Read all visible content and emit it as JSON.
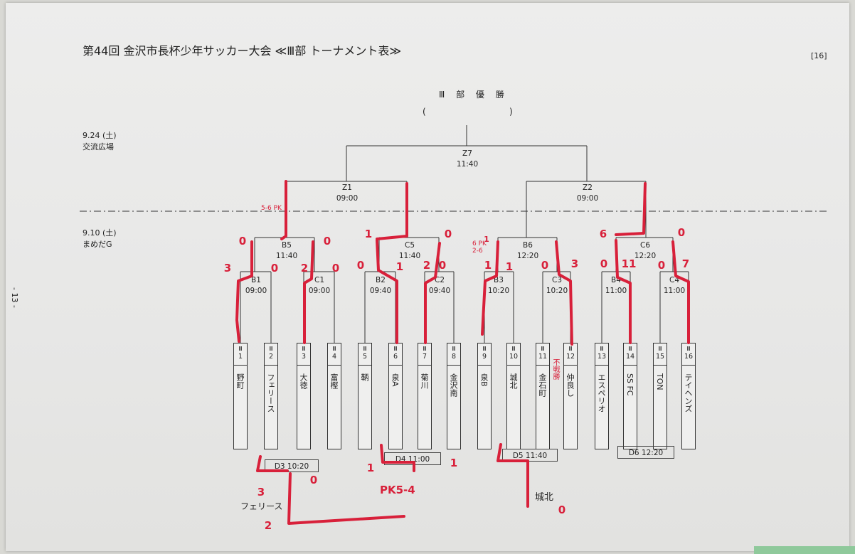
{
  "header": {
    "title": "第44回 金沢市長杯少年サッカー大会 ≪Ⅲ部 トーナメント表≫",
    "page_no": "[16]",
    "side_page": "- 13 -"
  },
  "champion": {
    "label": "Ⅲ 部 優 勝",
    "paren_open": "(",
    "paren_close": ")"
  },
  "dates": {
    "upper": {
      "date": "9.24 (土)",
      "venue": "交流広場"
    },
    "lower": {
      "date": "9.10 (土)",
      "venue": "まめだG"
    }
  },
  "matches": {
    "Z7": {
      "code": "Z7",
      "time": "11:40"
    },
    "Z1": {
      "code": "Z1",
      "time": "09:00"
    },
    "Z2": {
      "code": "Z2",
      "time": "09:00"
    },
    "B5": {
      "code": "B5",
      "time": "11:40"
    },
    "C5": {
      "code": "C5",
      "time": "11:40"
    },
    "B6": {
      "code": "B6",
      "time": "12:20"
    },
    "C6": {
      "code": "C6",
      "time": "12:20"
    },
    "B1": {
      "code": "B1",
      "time": "09:00"
    },
    "C1": {
      "code": "C1",
      "time": "09:00"
    },
    "B2": {
      "code": "B2",
      "time": "09:40"
    },
    "C2": {
      "code": "C2",
      "time": "09:40"
    },
    "B3": {
      "code": "B3",
      "time": "10:20"
    },
    "C3": {
      "code": "C3",
      "time": "10:20"
    },
    "B4": {
      "code": "B4",
      "time": "11:00"
    },
    "C4": {
      "code": "C4",
      "time": "11:00"
    }
  },
  "teams": [
    {
      "roman": "Ⅲ",
      "num": "1",
      "name": "野町"
    },
    {
      "roman": "Ⅲ",
      "num": "2",
      "name": "フェリース"
    },
    {
      "roman": "Ⅲ",
      "num": "3",
      "name": "大徳"
    },
    {
      "roman": "Ⅲ",
      "num": "4",
      "name": "富樫"
    },
    {
      "roman": "Ⅲ",
      "num": "5",
      "name": "鞆"
    },
    {
      "roman": "Ⅲ",
      "num": "6",
      "name": "泉A"
    },
    {
      "roman": "Ⅲ",
      "num": "7",
      "name": "菊川"
    },
    {
      "roman": "Ⅲ",
      "num": "8",
      "name": "金沢南"
    },
    {
      "roman": "Ⅲ",
      "num": "9",
      "name": "泉B"
    },
    {
      "roman": "Ⅲ",
      "num": "10",
      "name": "城北"
    },
    {
      "roman": "Ⅲ",
      "num": "11",
      "name": "金石町"
    },
    {
      "roman": "Ⅲ",
      "num": "12",
      "name": "仲良し"
    },
    {
      "roman": "Ⅲ",
      "num": "13",
      "name": "エスペリオ"
    },
    {
      "roman": "Ⅲ",
      "num": "14",
      "name": "SS FC"
    },
    {
      "roman": "Ⅲ",
      "num": "15",
      "name": "TON"
    },
    {
      "roman": "Ⅲ",
      "num": "16",
      "name": "テイヘンズ"
    }
  ],
  "placement_matches": {
    "D3": "D3 10:20",
    "D4": "D4 11:00",
    "D5": "D5 11:40",
    "D6": "D6 12:20"
  },
  "handwritten": {
    "pk_b5": "5-6 PK",
    "pk_b6": "6 PK 2-6",
    "forfeit": "不戦勝",
    "d3_winner": "フェリース",
    "d4_note": "PK5-4",
    "d5_winner": "城北",
    "scores": {
      "b1_left": "3",
      "b1_right": "0",
      "c1_left": "2",
      "c1_right": "0",
      "b5_left": "0",
      "b5_right": "0",
      "b2_left": "0",
      "b2_right": "1",
      "c2_left": "2",
      "c2_right": "0",
      "c5_left": "1",
      "c5_right": "0",
      "b3_left": "1",
      "b3_right": "1",
      "c3_left": "0",
      "c3_right": "3",
      "b6_left": "1",
      "b4_left": "0",
      "b4_right": "11",
      "c4_left": "0",
      "c4_right": "7",
      "c6_left": "6",
      "c6_right": "0",
      "d3_left": "3",
      "d3_right": "0",
      "d3_below": "2",
      "d4_left": "1",
      "d4_right": "1",
      "d5_right": "0"
    }
  },
  "colors": {
    "ink_red": "#d8203a",
    "paper": "#ececeb"
  }
}
